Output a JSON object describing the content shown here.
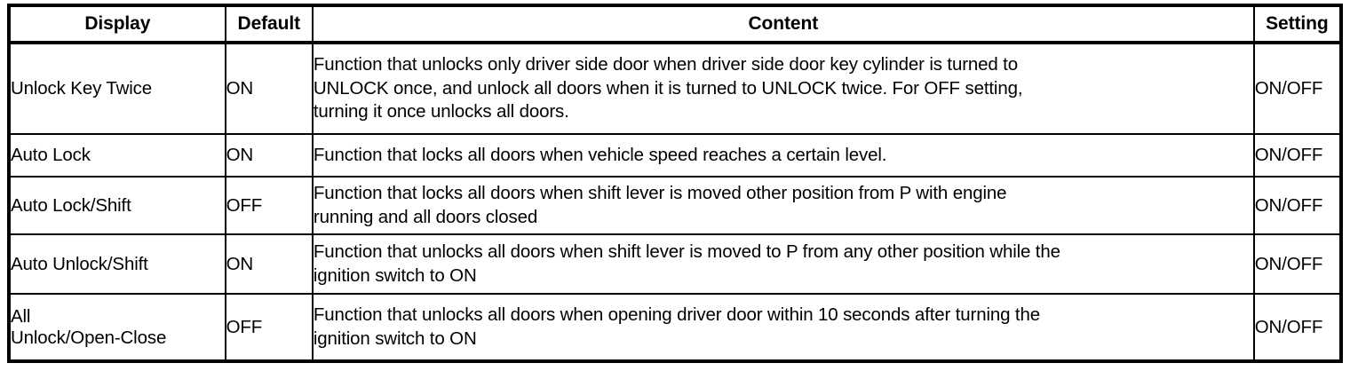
{
  "table": {
    "headers": {
      "display": "Display",
      "default": "Default",
      "content": "Content",
      "setting": "Setting"
    },
    "rows": [
      {
        "display_lines": [
          "Unlock Key Twice"
        ],
        "default": "ON",
        "content_lines": [
          "Function that unlocks only driver side door when driver side door key cylinder is turned to",
          "UNLOCK once, and unlock all doors when it is turned to UNLOCK twice. For OFF setting,",
          "turning it once unlocks all doors."
        ],
        "setting": "ON/OFF"
      },
      {
        "display_lines": [
          "Auto Lock"
        ],
        "default": "ON",
        "content_lines": [
          "Function that locks all doors when vehicle speed reaches a certain level."
        ],
        "setting": "ON/OFF"
      },
      {
        "display_lines": [
          "Auto Lock/Shift"
        ],
        "default": "OFF",
        "content_lines": [
          "Function that locks all doors when shift lever is moved other position from P with engine",
          "running and all doors closed"
        ],
        "setting": "ON/OFF"
      },
      {
        "display_lines": [
          "Auto Unlock/Shift"
        ],
        "default": "ON",
        "content_lines": [
          "Function that unlocks all doors when shift lever is moved to P from any other position while the",
          "ignition switch to ON"
        ],
        "setting": "ON/OFF"
      },
      {
        "display_lines": [
          "All",
          "Unlock/Open-Close"
        ],
        "default": "OFF",
        "content_lines": [
          "Function that unlocks all doors when opening driver door within 10 seconds after turning the",
          "ignition switch to ON"
        ],
        "setting": "ON/OFF"
      }
    ]
  },
  "colors": {
    "border": "#000000",
    "text": "#000000",
    "background": "#ffffff"
  }
}
